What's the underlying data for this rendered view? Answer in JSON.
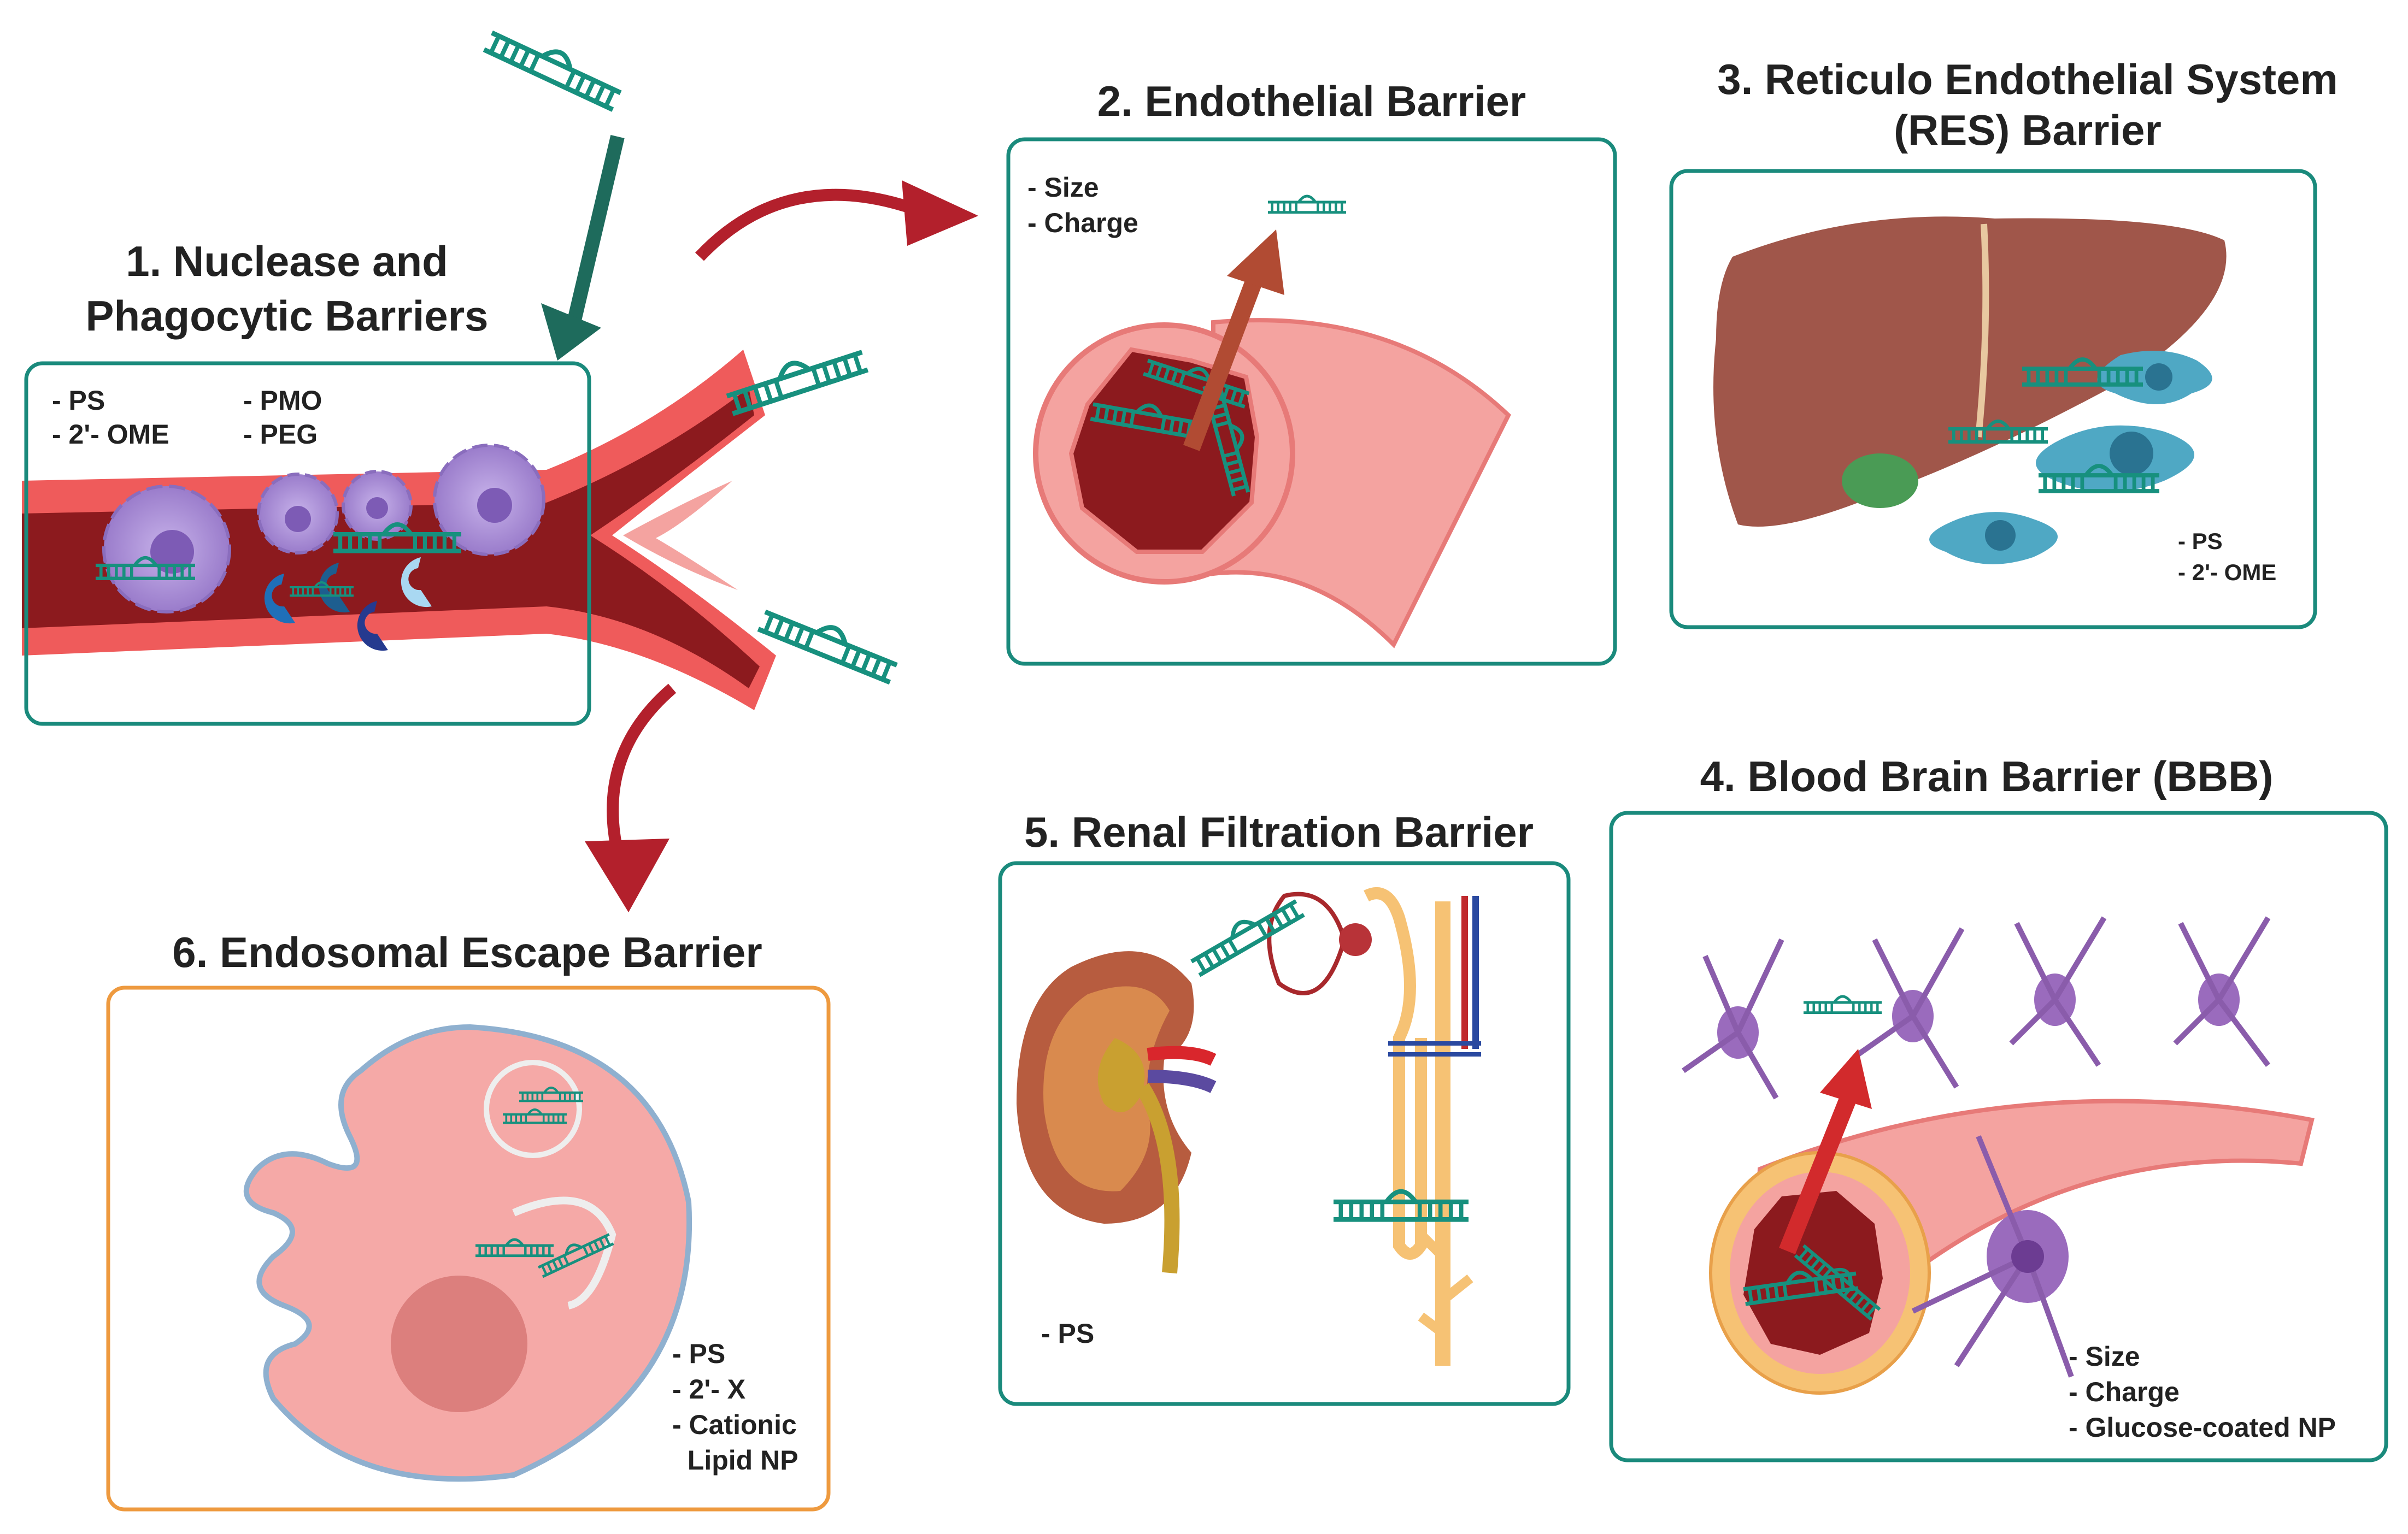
{
  "panels": {
    "nuclease": {
      "title_line1": "1. Nuclease and",
      "title_line2": "Phagocytic Barriers",
      "labels_left": [
        "- PS",
        "- 2'- OME"
      ],
      "labels_right": [
        "- PMO",
        "- PEG"
      ]
    },
    "endothelial": {
      "title": "2. Endothelial  Barrier",
      "labels": [
        "- Size",
        "- Charge"
      ]
    },
    "res": {
      "title_line1": "3. Reticulo Endothelial System",
      "title_line2": "(RES) Barrier",
      "labels": [
        "- PS",
        "- 2'- OME"
      ]
    },
    "bbb": {
      "title": "4. Blood Brain Barrier (BBB)",
      "labels": [
        "- Size",
        "- Charge",
        "- Glucose-coated NP"
      ]
    },
    "renal": {
      "title": "5. Renal Filtration Barrier",
      "labels": [
        "- PS"
      ]
    },
    "endosomal": {
      "title": "6. Endosomal Escape  Barrier",
      "labels": [
        "- PS",
        "- 2'- X",
        "- Cationic",
        "  Lipid NP"
      ]
    }
  },
  "colors": {
    "teal_frame": "#1a8a7c",
    "orange_frame": "#ee9a3f",
    "oligo": "#17907e",
    "arrow_green": "#1e6b5c",
    "arrow_red": "#b3202c",
    "vessel_outer": "#ef5b5b",
    "vessel_lumen": "#8c1a1e",
    "phagocyte": "#a58bd1",
    "liver": "#a0564a",
    "neuron": "#9a6bbd",
    "endosome": "#f5a9a7"
  }
}
